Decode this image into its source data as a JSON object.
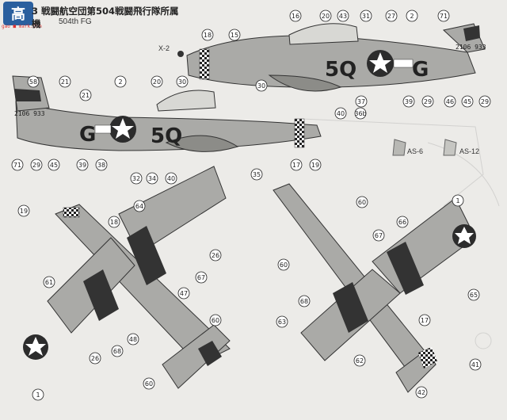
{
  "header": {
    "logo_text": "高",
    "logo_sub": "gao ■ mark.com",
    "title_jp": "3 戦闘航空団第504戦闘飛行隊所属機",
    "title_en": "504th FG"
  },
  "labels": {
    "x2": "X-2",
    "as6": "AS-6",
    "as12": "AS-12"
  },
  "aircraft_markings": {
    "code_right": "5Q",
    "letter_right": "G",
    "code_left": "5Q",
    "letter_left": "G",
    "serial_right": "2106 933",
    "serial_left": "2106 933"
  },
  "callouts_side_right": [
    "16",
    "20",
    "43",
    "31",
    "27",
    "2",
    "71",
    "18",
    "15",
    "30",
    "37",
    "39",
    "29",
    "46",
    "45",
    "29",
    "40",
    "36b"
  ],
  "callouts_side_left": [
    "58",
    "21",
    "2",
    "20",
    "30",
    "21",
    "71",
    "29",
    "45",
    "39",
    "38",
    "32",
    "34",
    "40",
    "35",
    "17",
    "19"
  ],
  "callouts_bottom_left": [
    "19",
    "18",
    "64",
    "26",
    "67",
    "61",
    "47",
    "60",
    "26",
    "68",
    "48",
    "60",
    "1"
  ],
  "callouts_bottom_right": [
    "60",
    "1",
    "66",
    "67",
    "60",
    "65",
    "68",
    "63",
    "62",
    "17",
    "41",
    "42"
  ],
  "colors": {
    "aircraft_gray": "#aaaaa7",
    "marking_dark": "#353535",
    "sheet_bg": "#ecebe8"
  }
}
